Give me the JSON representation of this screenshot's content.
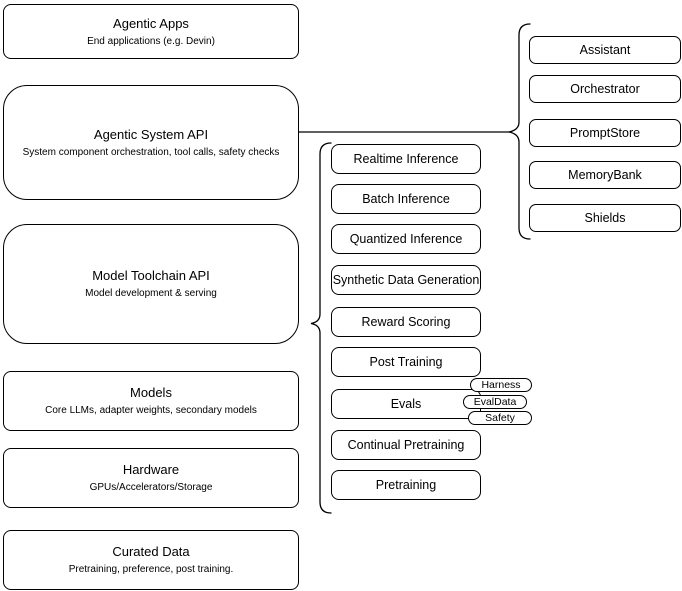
{
  "layers": [
    {
      "title": "Agentic Apps",
      "subtitle": "End applications (e.g. Devin)"
    },
    {
      "title": "Agentic System API",
      "subtitle": "System component orchestration, tool calls, safety checks"
    },
    {
      "title": "Model Toolchain API",
      "subtitle": "Model development & serving"
    },
    {
      "title": "Models",
      "subtitle": "Core LLMs, adapter weights, secondary models"
    },
    {
      "title": "Hardware",
      "subtitle": "GPUs/Accelerators/Storage"
    },
    {
      "title": "Curated Data",
      "subtitle": "Pretraining, preference, post training."
    }
  ],
  "toolchain_services": [
    {
      "label": "Realtime Inference"
    },
    {
      "label": "Batch Inference"
    },
    {
      "label": "Quantized Inference"
    },
    {
      "label": "Synthetic Data Generation"
    },
    {
      "label": "Reward Scoring"
    },
    {
      "label": "Post Training"
    },
    {
      "label": "Evals"
    },
    {
      "label": "Continual Pretraining"
    },
    {
      "label": "Pretraining"
    }
  ],
  "eval_tags": [
    {
      "label": "Harness"
    },
    {
      "label": "EvalData"
    },
    {
      "label": "Safety"
    }
  ],
  "system_components": [
    {
      "label": "Assistant"
    },
    {
      "label": "Orchestrator"
    },
    {
      "label": "PromptStore"
    },
    {
      "label": "MemoryBank"
    },
    {
      "label": "Shields"
    }
  ],
  "colors": {
    "stroke": "#000000",
    "fill": "#ffffff",
    "background": "#ffffff"
  }
}
